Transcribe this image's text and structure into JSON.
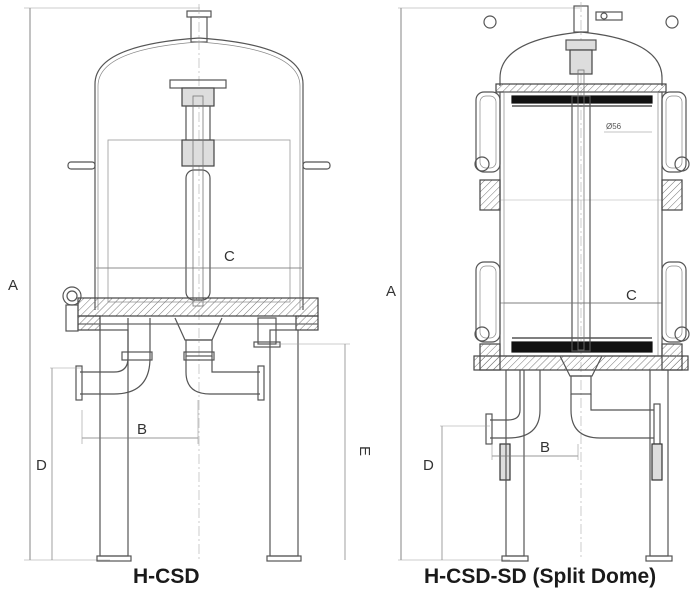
{
  "captions": {
    "left": "H-CSD",
    "right": "H-CSD-SD (Split Dome)"
  },
  "left_dims": {
    "a": "A",
    "b": "B",
    "c": "C",
    "d": "D",
    "e": "E"
  },
  "right_dims": {
    "a": "A",
    "b": "B",
    "c": "C",
    "d": "D",
    "diameter": "Ø56"
  },
  "colors": {
    "line": "#555555",
    "dark": "#111111",
    "hatch": "#666666"
  }
}
